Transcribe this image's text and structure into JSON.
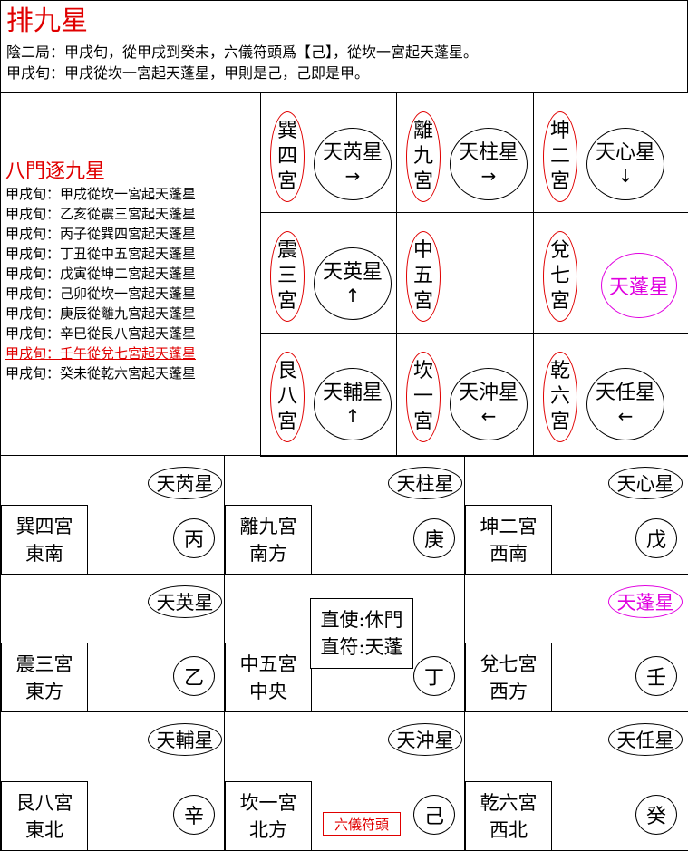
{
  "header": {
    "title": "排九星",
    "line1": "陰二局：甲戌旬，從甲戌到癸未，六儀符頭爲【己】，從坎一宮起天蓬星。",
    "line2": "甲戌旬：甲戌從坎一宮起天蓬星，甲則是己，己即是甲。"
  },
  "left_panel": {
    "heading": "八門逐九星",
    "lines": [
      "甲戌旬：甲戌從坎一宮起天蓬星",
      "甲戌旬：乙亥從震三宮起天蓬星",
      "甲戌旬：丙子從巽四宮起天蓬星",
      "甲戌旬：丁丑從中五宮起天蓬星",
      "甲戌旬：戊寅從坤二宮起天蓬星",
      "甲戌旬：己卯從坎一宮起天蓬星",
      "甲戌旬：庚辰從離九宮起天蓬星",
      "甲戌旬：辛巳從艮八宮起天蓬星",
      "甲戌旬：壬午從兌七宮起天蓬星",
      "甲戌旬：癸未從乾六宮起天蓬星"
    ],
    "highlight_index": 8
  },
  "small_grid": [
    {
      "palace": [
        "巽",
        "四",
        "宮"
      ],
      "star": "天芮星",
      "arrow": "→"
    },
    {
      "palace": [
        "離",
        "九",
        "宮"
      ],
      "star": "天柱星",
      "arrow": "→"
    },
    {
      "palace": [
        "坤",
        "二",
        "宮"
      ],
      "star": "天心星",
      "arrow": "↓"
    },
    {
      "palace": [
        "震",
        "三",
        "宮"
      ],
      "star": "天英星",
      "arrow": "↑"
    },
    {
      "palace": [
        "中",
        "五",
        "宮"
      ],
      "star": "",
      "arrow": ""
    },
    {
      "palace": [
        "兌",
        "七",
        "宮"
      ],
      "star": "天蓬星",
      "arrow": "",
      "highlight": true
    },
    {
      "palace": [
        "艮",
        "八",
        "宮"
      ],
      "star": "天輔星",
      "arrow": "↑"
    },
    {
      "palace": [
        "坎",
        "一",
        "宮"
      ],
      "star": "天沖星",
      "arrow": "←"
    },
    {
      "palace": [
        "乾",
        "六",
        "宮"
      ],
      "star": "天任星",
      "arrow": "←"
    }
  ],
  "big_grid": [
    {
      "star": "天芮星",
      "palace": "巽四宮",
      "direction": "東南",
      "stem": "丙"
    },
    {
      "star": "天柱星",
      "palace": "離九宮",
      "direction": "南方",
      "stem": "庚"
    },
    {
      "star": "天心星",
      "palace": "坤二宮",
      "direction": "西南",
      "stem": "戊"
    },
    {
      "star": "天英星",
      "palace": "震三宮",
      "direction": "東方",
      "stem": "乙"
    },
    {
      "star": "",
      "palace": "中五宮",
      "direction": "中央",
      "stem": "丁"
    },
    {
      "star": "天蓬星",
      "palace": "兌七宮",
      "direction": "西方",
      "stem": "壬",
      "highlight": true
    },
    {
      "star": "天輔星",
      "palace": "艮八宮",
      "direction": "東北",
      "stem": "辛"
    },
    {
      "star": "天沖星",
      "palace": "坎一宮",
      "direction": "北方",
      "stem": "己"
    },
    {
      "star": "天任星",
      "palace": "乾六宮",
      "direction": "西北",
      "stem": "癸"
    }
  ],
  "center_info": {
    "zhishi": "直使:休門",
    "zhifu": "直符:天蓬"
  },
  "fu_tou_label": "六儀符頭",
  "colors": {
    "red": "#e00000",
    "magenta": "#e000e0"
  }
}
